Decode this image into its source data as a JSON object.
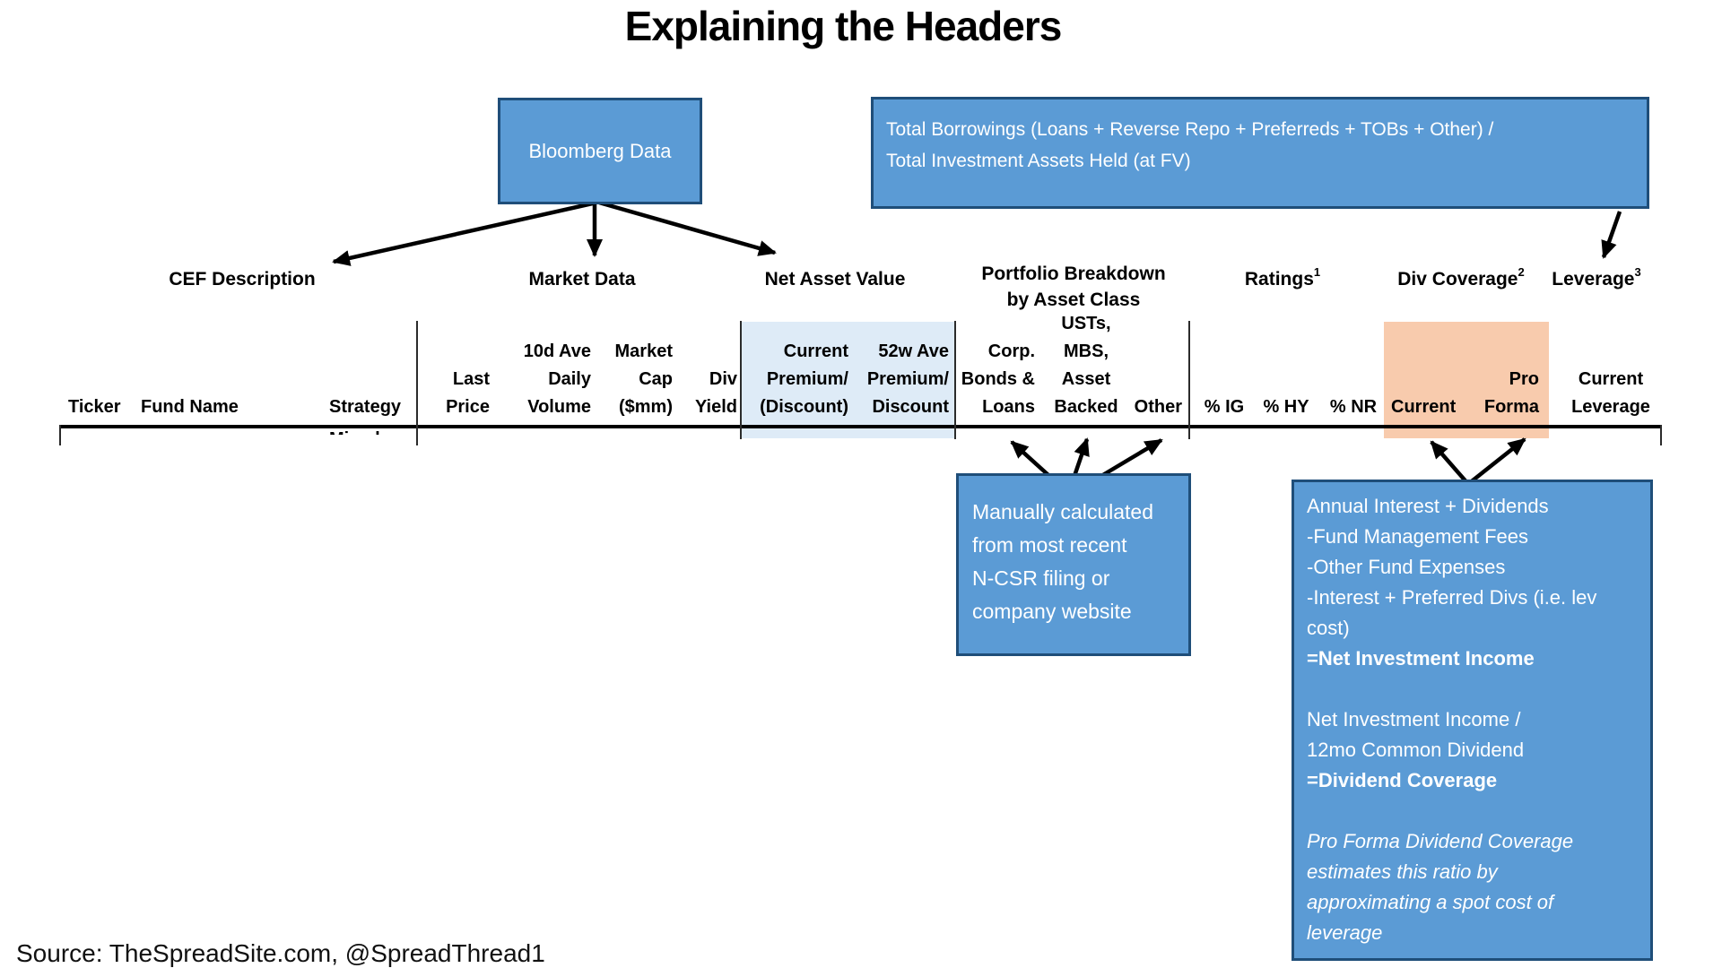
{
  "title": "Explaining the Headers",
  "source_line": "Source: TheSpreadSite.com, @SpreadThread1",
  "colors": {
    "callout_fill": "#5B9BD5",
    "callout_border": "#1F4E79",
    "nav_highlight": "#DEEBF7",
    "div_coverage_highlight": "#F8CBAD",
    "arrow": "#000000"
  },
  "callouts": {
    "bloomberg": {
      "text": "Bloomberg Data"
    },
    "leverage_formula": {
      "line1": "Total Borrowings (Loans + Reverse Repo + Preferreds + TOBs + Other) /",
      "line2": "Total Investment Assets Held (at FV)"
    },
    "portfolio_note": {
      "line1": "Manually calculated",
      "line2": "from most recent",
      "line3": "N-CSR filing or",
      "line4": "company website"
    },
    "div_coverage_note": {
      "lines": [
        "Annual Interest + Dividends",
        "-Fund Management Fees",
        "-Other Fund Expenses",
        "-Interest + Preferred Divs (i.e. lev",
        "cost)",
        "=Net Investment Income",
        "",
        "Net Investment Income /",
        "12mo Common Dividend",
        "=Dividend Coverage",
        "",
        "Pro Forma Dividend Coverage",
        "estimates this ratio by",
        "approximating a spot cost of",
        "leverage"
      ]
    }
  },
  "header_groups": [
    {
      "label": "CEF Description",
      "sup": ""
    },
    {
      "label": "Market Data",
      "sup": ""
    },
    {
      "label": "Net Asset Value",
      "sup": ""
    },
    {
      "label": "Portfolio Breakdown",
      "label2": "by Asset Class",
      "sup": ""
    },
    {
      "label": "Ratings",
      "sup": "1"
    },
    {
      "label": "Div Coverage",
      "sup": "2"
    },
    {
      "label": "Leverage",
      "sup": "3"
    }
  ],
  "columns": [
    {
      "lines": [
        "Ticker"
      ]
    },
    {
      "lines": [
        "Fund Name"
      ]
    },
    {
      "lines": [
        "Strategy"
      ]
    },
    {
      "lines": [
        "Last",
        "Price"
      ]
    },
    {
      "lines": [
        "10d Ave",
        "Daily",
        "Volume"
      ]
    },
    {
      "lines": [
        "Market",
        "Cap",
        "($mm)"
      ]
    },
    {
      "lines": [
        "Div",
        "Yield"
      ]
    },
    {
      "lines": [
        "Current",
        "Premium/",
        "(Discount)"
      ]
    },
    {
      "lines": [
        "52w Ave",
        "Premium/",
        "Discount"
      ]
    },
    {
      "lines": [
        "Corp.",
        "Bonds &",
        "Loans"
      ]
    },
    {
      "lines": [
        "USTs,",
        "MBS,",
        "Asset",
        "Backed"
      ]
    },
    {
      "lines": [
        "Other"
      ]
    },
    {
      "lines": [
        "% IG"
      ]
    },
    {
      "lines": [
        "% HY"
      ]
    },
    {
      "lines": [
        "% NR"
      ]
    },
    {
      "lines": [
        "Current"
      ]
    },
    {
      "lines": [
        "Pro",
        "Forma"
      ]
    },
    {
      "lines": [
        "Current",
        "Leverage"
      ]
    }
  ],
  "partial_row_text": "Mixed"
}
